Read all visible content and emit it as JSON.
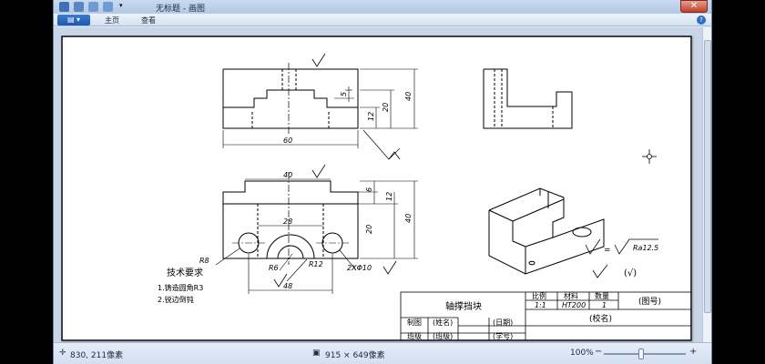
{
  "window": {
    "title": "无标题 - 画图"
  },
  "ribbon": {
    "tabs": [
      "主页",
      "查看"
    ]
  },
  "status": {
    "cursor_pos": "830, 211像素",
    "image_size": "915 × 649像素",
    "zoom": "100%"
  },
  "drawing": {
    "dims": {
      "width_60": "60",
      "height_40": "40",
      "dim_5": "5",
      "dim_12": "12",
      "dim_20": "20",
      "top_40": "40",
      "dim_6": "6",
      "dim_28": "28",
      "dim_12b": "12",
      "dim_20b": "20",
      "dim_40b": "40",
      "r8": "R8",
      "r6": "R6",
      "r12": "R12",
      "holes": "2XΦ10",
      "bottom_48": "48"
    },
    "roughness": "Ra12.5",
    "roughness_eq": "=",
    "check_mark": "(√)",
    "tech_req": {
      "title": "技术要求",
      "item1": "1.铸造圆角R3",
      "item2": "2.锐边倒钝"
    },
    "title_block": {
      "part_name": "轴撑挡块",
      "h_scale": "比例",
      "h_material": "材料",
      "h_qty": "数量",
      "drawing_no": "(图号)",
      "scale": "1:1",
      "material": "HT200",
      "qty": "1",
      "drawn_by_label": "制图",
      "name": "(姓名)",
      "date": "(日期)",
      "school": "(校名)",
      "class_label": "班级",
      "class": "(班级)",
      "student_no": "(学号)"
    }
  }
}
